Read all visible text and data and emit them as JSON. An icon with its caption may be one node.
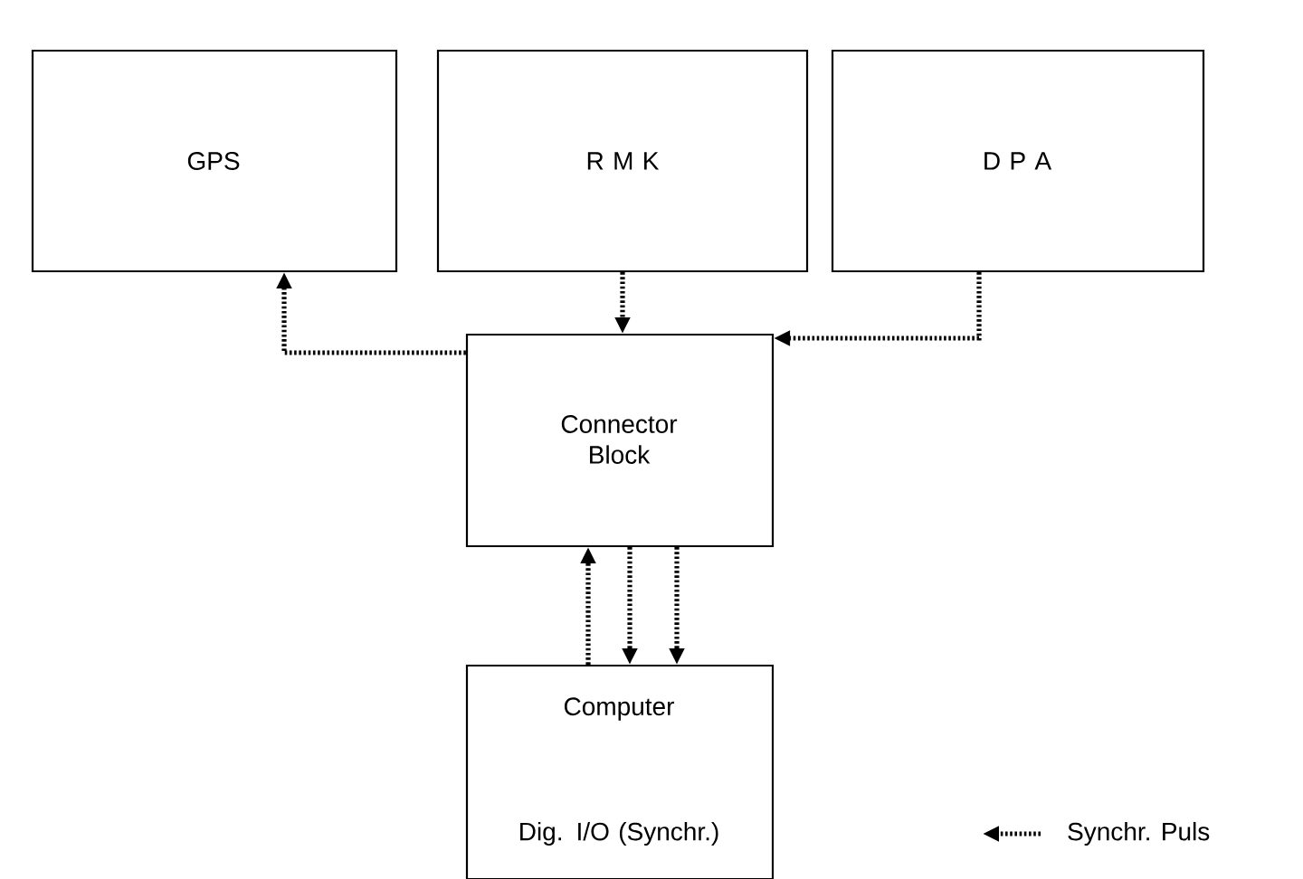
{
  "diagram": {
    "nodes": [
      {
        "text": [
          "GPS"
        ]
      },
      {
        "text": [
          "R M K"
        ]
      },
      {
        "text": [
          "D P A"
        ]
      },
      {
        "text": [
          "Connector Block"
        ]
      },
      {
        "text": [
          "Computer",
          "Dig. I/O (Synchr.)"
        ]
      }
    ],
    "edges": [
      {
        "from": 3,
        "to": 0,
        "arrow": "to"
      },
      {
        "from": 1,
        "to": 3,
        "arrow": "to"
      },
      {
        "from": 2,
        "to": 3,
        "arrow": "to"
      },
      {
        "from": 4,
        "to": 3,
        "arrow": "to"
      },
      {
        "from": 3,
        "to": 4,
        "arrow": "to"
      },
      {
        "from": 3,
        "to": 4,
        "arrow": "to"
      }
    ],
    "legend": [
      {
        "text": "Synchr. Puls"
      }
    ]
  }
}
